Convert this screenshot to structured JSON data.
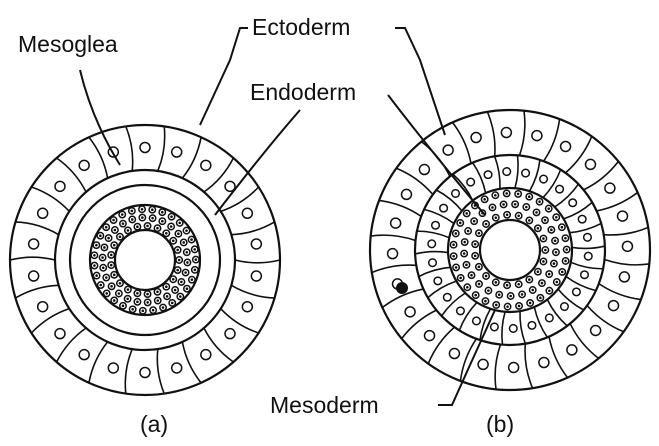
{
  "labels": {
    "mesoglea": "Mesoglea",
    "ectoderm": "Ectoderm",
    "endoderm": "Endoderm",
    "mesoderm": "Mesoderm",
    "caption_a": "(a)",
    "caption_b": "(b)"
  }
}
